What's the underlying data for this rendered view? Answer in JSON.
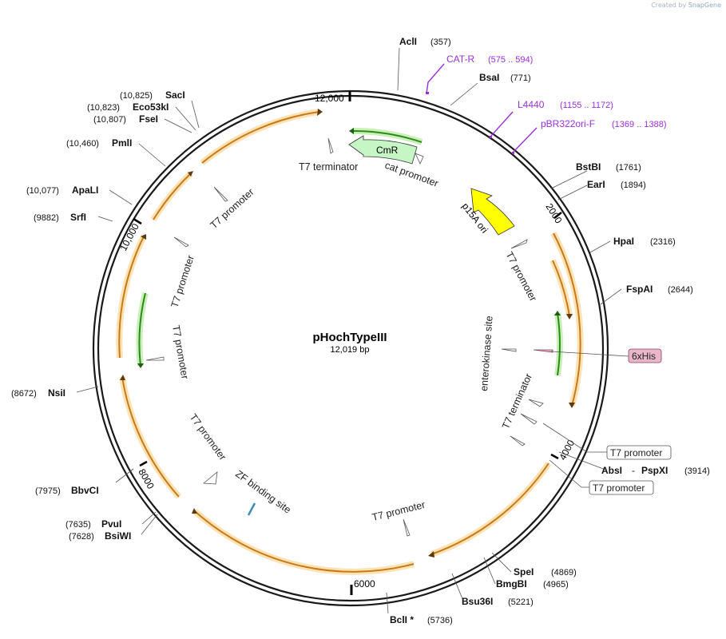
{
  "credit": {
    "prefix": "Created by",
    "brand": "SnapGene"
  },
  "plasmid": {
    "name": "pHochTypeIII",
    "size": "12,019 bp",
    "total_bp": 12019
  },
  "ticks": [
    {
      "label": "2000",
      "bp": 2000
    },
    {
      "label": "4000",
      "bp": 4000
    },
    {
      "label": "6000",
      "bp": 6000
    },
    {
      "label": "8000",
      "bp": 8000
    },
    {
      "label": "10,000",
      "bp": 10000
    },
    {
      "label": "12,000",
      "bp": 12000
    }
  ],
  "sites": [
    {
      "name": "AclI",
      "pos": "(357)",
      "bp": 357
    },
    {
      "name": "BsaI",
      "pos": "(771)",
      "bp": 771
    },
    {
      "name": "BstBI",
      "pos": "(1761)",
      "bp": 1761
    },
    {
      "name": "EarI",
      "pos": "(1894)",
      "bp": 1894
    },
    {
      "name": "HpaI",
      "pos": "(2316)",
      "bp": 2316
    },
    {
      "name": "FspAI",
      "pos": "(2644)",
      "bp": 2644
    },
    {
      "name": "AbsI",
      "name2": "PspXI",
      "pos": "(3914)",
      "bp": 3914
    },
    {
      "name": "SpeI",
      "pos": "(4869)",
      "bp": 4869
    },
    {
      "name": "BmgBI",
      "pos": "(4965)",
      "bp": 4965
    },
    {
      "name": "Bsu36I",
      "pos": "(5221)",
      "bp": 5221
    },
    {
      "name": "BclI *",
      "pos": "(5736)",
      "bp": 5736
    },
    {
      "name": "PvuI",
      "pos": "(7635)",
      "bp": 7635
    },
    {
      "name": "BsiWI",
      "pos": "(7628)",
      "bp": 7628
    },
    {
      "name": "BbvCI",
      "pos": "(7975)",
      "bp": 7975
    },
    {
      "name": "NsiI",
      "pos": "(8672)",
      "bp": 8672
    },
    {
      "name": "SrfI",
      "pos": "(9882)",
      "bp": 9882
    },
    {
      "name": "ApaLI",
      "pos": "(10,077)",
      "bp": 10077
    },
    {
      "name": "PmlI",
      "pos": "(10,460)",
      "bp": 10460
    },
    {
      "name": "FseI",
      "pos": "(10,807)",
      "bp": 10807
    },
    {
      "name": "Eco53kI",
      "pos": "(10,823)",
      "bp": 10823
    },
    {
      "name": "SacI",
      "pos": "(10,825)",
      "bp": 10825
    }
  ],
  "primers": [
    {
      "name": "CAT-R",
      "range": "(575 .. 594)"
    },
    {
      "name": "L4440",
      "range": "(1155 .. 1172)"
    },
    {
      "name": "pBR322ori-F",
      "range": "(1369 .. 1388)"
    }
  ],
  "boxed_features": [
    {
      "label": "6xHis"
    },
    {
      "label": "T7 promoter"
    },
    {
      "label": "T7 promoter"
    }
  ],
  "inner_features": [
    {
      "label": "CmR"
    },
    {
      "label": "T7 terminator"
    },
    {
      "label": "cat promoter"
    },
    {
      "label": "p15A ori"
    },
    {
      "label": "T7 promoter"
    },
    {
      "label": "T7 promoter"
    },
    {
      "label": "T7 promoter"
    },
    {
      "label": "T7 promoter"
    },
    {
      "label": "enterokinase site"
    },
    {
      "label": "T7 terminator"
    },
    {
      "label": "T7 promoter"
    },
    {
      "label": "ZF binding site"
    },
    {
      "label": "T7 promoter"
    }
  ],
  "colors": {
    "backbone": "#1a1a1a",
    "orf": "#f5b041",
    "orf_halo": "#fde3b4",
    "cds": "#4caf2a",
    "cds_halo": "#c9f0b8",
    "cmr_fill": "#c6f5c6",
    "ori_fill": "#ffff00",
    "primer": "#9b30d9",
    "his_fill": "#e8b7c9"
  }
}
